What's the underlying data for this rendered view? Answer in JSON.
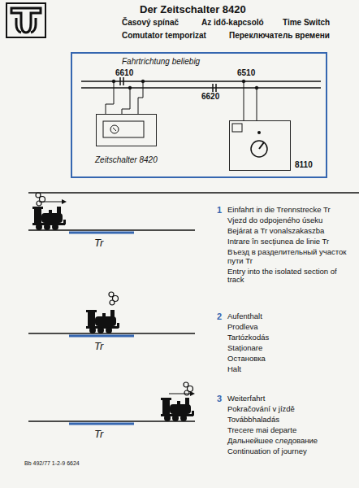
{
  "diagram": {
    "title": "Der Zeitschalter 8420",
    "nodes": [
      {
        "text": [
          "Zeitschalter 8420"
        ]
      },
      {
        "text": [
          "8110"
        ]
      }
    ],
    "labels": [
      "Časový spínač",
      "Az idő-kapcsoló",
      "Time Switch",
      "Comutator temporizat",
      "Переключатель времени",
      "Fahrtrichtung beliebig",
      "6610",
      "6510",
      "6620",
      "1",
      "Einfahrt in die Trennstrecke Tr",
      "Vjezd do odpojeného úseku",
      "Bejárat a Tr vonalszakaszba",
      "Intrare în secțiunea de linie Tr",
      "Въезд в разделительный участок пути Tr",
      "Entry into the isolated section of track",
      "Tr",
      "2",
      "Aufenthalt",
      "Prodleva",
      "Tartózkodás",
      "Staționare",
      "Остановка",
      "Halt",
      "Tr",
      "3",
      "Weiterfahrt",
      "Pokračování v jízdě",
      "Továbbhaladás",
      "Trecere mai departe",
      "Дальнейшее следование",
      "Continuation of journey",
      "Tr",
      "Bb 492/77 1-2-9 6624"
    ]
  }
}
